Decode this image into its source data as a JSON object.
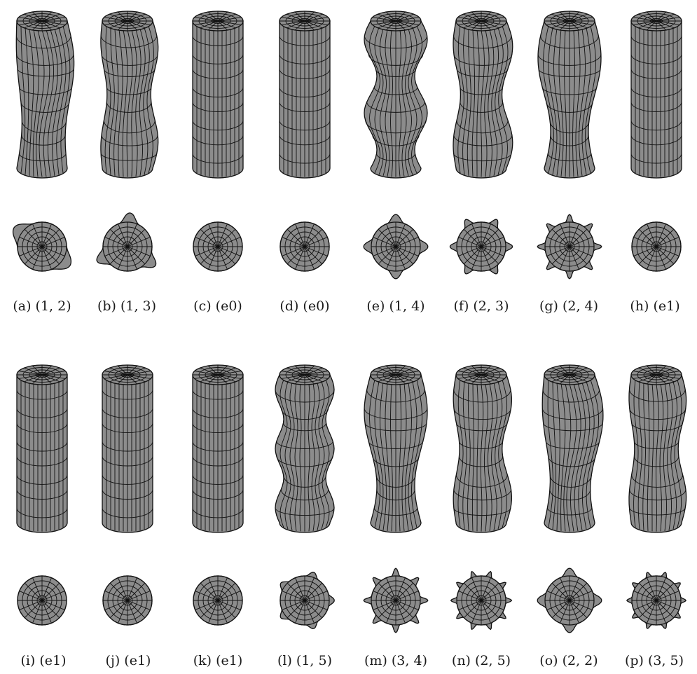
{
  "figure": {
    "panels": [
      {
        "letter": "a",
        "mode": "(1, 2)",
        "label": "(a) (1, 2)"
      },
      {
        "letter": "b",
        "mode": "(1, 3)",
        "label": "(b) (1, 3)"
      },
      {
        "letter": "c",
        "mode": "(e0)",
        "label": "(c) (e0)"
      },
      {
        "letter": "d",
        "mode": "(e0)",
        "label": "(d) (e0)"
      },
      {
        "letter": "e",
        "mode": "(1, 4)",
        "label": "(e) (1, 4)"
      },
      {
        "letter": "f",
        "mode": "(2, 3)",
        "label": "(f) (2, 3)"
      },
      {
        "letter": "g",
        "mode": "(2, 4)",
        "label": "(g) (2, 4)"
      },
      {
        "letter": "h",
        "mode": "(e1)",
        "label": "(h) (e1)"
      },
      {
        "letter": "i",
        "mode": "(e1)",
        "label": "(i) (e1)"
      },
      {
        "letter": "j",
        "mode": "(e1)",
        "label": "(j) (e1)"
      },
      {
        "letter": "k",
        "mode": "(e1)",
        "label": "(k) (e1)"
      },
      {
        "letter": "l",
        "mode": "(1, 5)",
        "label": "(l) (1, 5)"
      },
      {
        "letter": "m",
        "mode": "(3, 4)",
        "label": "(m) (3, 4)"
      },
      {
        "letter": "n",
        "mode": "(2, 5)",
        "label": "(n) (2, 5)"
      },
      {
        "letter": "o",
        "mode": "(2, 2)",
        "label": "(o) (2, 2)"
      },
      {
        "letter": "p",
        "mode": "(3, 5)",
        "label": "(p) (3, 5)"
      }
    ]
  },
  "colors": {
    "fill": "#8c8c8c",
    "mesh": "#111111",
    "background": "#ffffff"
  }
}
